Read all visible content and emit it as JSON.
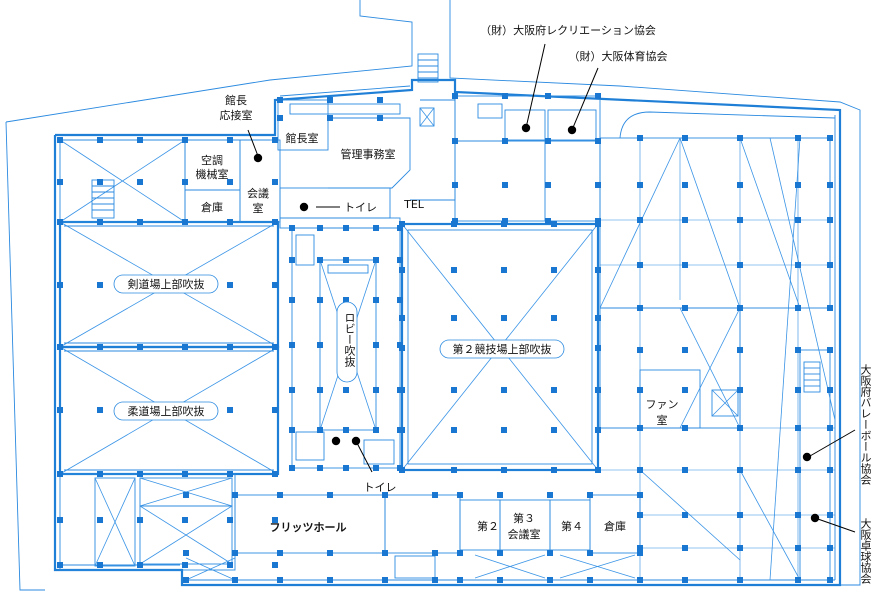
{
  "rooms": {
    "kenchijo_fukinuke": "剣道場上部吹抜",
    "judo_fukinuke": "柔道場上部吹抜",
    "dai2_kyogijo": "第２競技場上部吹抜",
    "lobby_line1": "ロビー",
    "lobby_line2": "吹抜",
    "kancho_line1": "館長",
    "kancho_line2": "応接室",
    "kanchoshitsu": "館長室",
    "kanri_jimushitsu": "管理事務室",
    "kucho_line1": "空調",
    "kucho_line2": "機械室",
    "soko1": "倉庫",
    "kaigi_line1": "会議",
    "kaigi_line2": "室",
    "toilet1": "トイレ",
    "tel": "TEL",
    "toilet2": "トイレ",
    "fan_line1": "ファン",
    "fan_line2": "室",
    "furitsu_hall": "フリッツホール",
    "dai2": "第２",
    "dai3_line1": "第３",
    "dai3_line2": "会議室",
    "dai4": "第４",
    "soko2": "倉庫"
  },
  "callouts": {
    "recreation": "（財）大阪府レクリエーション協会",
    "taiiku": "（財）大阪体育協会",
    "volleyball": "大阪府バレーボール協会",
    "takkyu": "大阪卓球協会"
  },
  "colors": {
    "wall": "#1f7fd6",
    "column": "#1a77d1",
    "marker": "#000000"
  }
}
